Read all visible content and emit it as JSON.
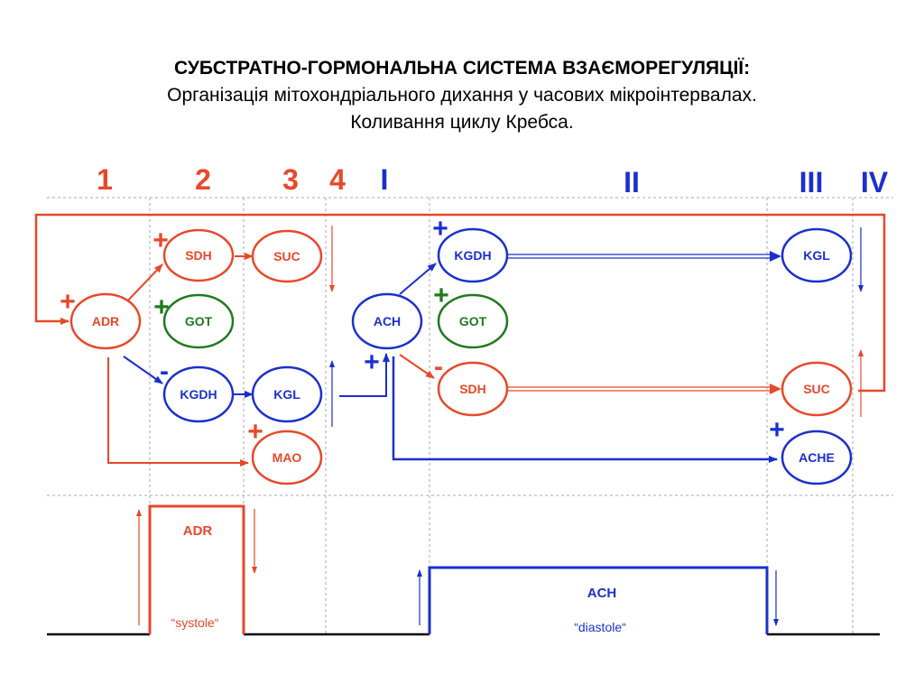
{
  "title": {
    "line1": "СУБСТРАТНО-ГОРМОНАЛЬНА СИСТЕМА ВЗАЄМОРЕГУЛЯЦІЇ:",
    "line2": "Організація мітохондріального дихання у часових мікроінтервалах.",
    "line3": "Коливання циклу Кребса."
  },
  "colors": {
    "red": "#e8482a",
    "blue": "#1b2fcf",
    "green": "#1f7a1f",
    "black": "#000000",
    "grid": "#a9a9a9"
  },
  "phases": {
    "p1": "1",
    "p2": "2",
    "p3": "3",
    "p4": "4",
    "pI": "I",
    "pII": "II",
    "pIII": "III",
    "pIV": "IV"
  },
  "nodes": {
    "adr": "ADR",
    "sdh_red": "SDH",
    "suc_red": "SUC",
    "got_left": "GOT",
    "kgdh_left": "KGDH",
    "kgl_left": "KGL",
    "mao": "MAO",
    "ach": "ACH",
    "kgdh_right": "KGDH",
    "got_right": "GOT",
    "sdh_right": "SDH",
    "kgl_right": "KGL",
    "suc_right": "SUC",
    "ache": "ACHE"
  },
  "signs": {
    "adr": "+",
    "sdh": "+",
    "got_left": "+",
    "kgdh_left": "-",
    "mao": "+",
    "kgdh_right": "+",
    "got_right": "+",
    "sdh_right": "-",
    "ach_in": "+",
    "ache": "+"
  },
  "waves": {
    "adr_label": "ADR",
    "adr_sub": "“systole“",
    "ach_label": "ACH",
    "ach_sub": "“diastole“"
  }
}
